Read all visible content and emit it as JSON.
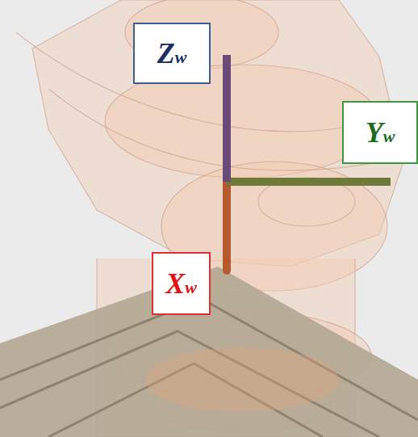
{
  "diagram": {
    "nodes": [
      {
        "text": [
          "Zw"
        ]
      },
      {
        "text": [
          "Yw"
        ]
      },
      {
        "text": [
          "Xw"
        ]
      }
    ]
  }
}
